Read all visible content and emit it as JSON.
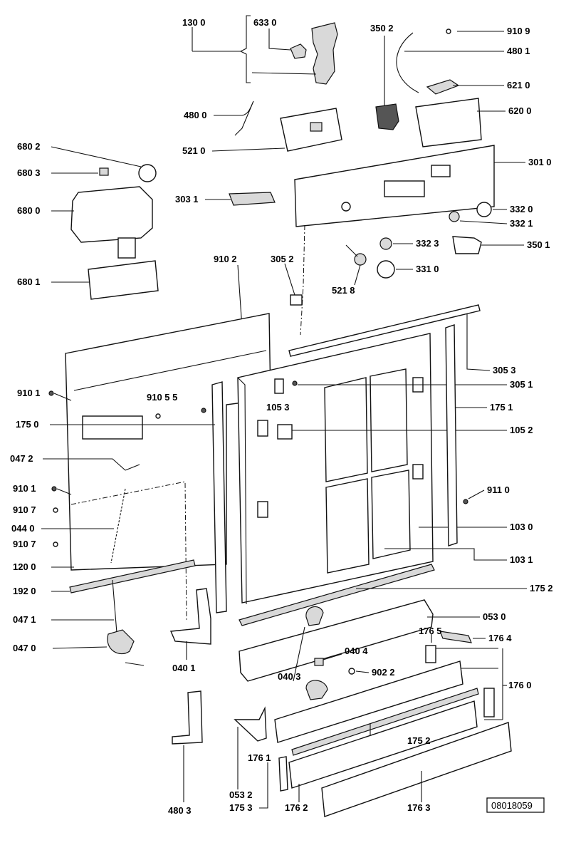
{
  "labels": {
    "p1300": "130 0",
    "p6330": "633 0",
    "p3502": "350 2",
    "p9109": "910 9",
    "p4801": "480 1",
    "p6210": "621 0",
    "p4800": "480 0",
    "p6200": "620 0",
    "p5210": "521 0",
    "p6802": "680 2",
    "p6803": "680 3",
    "p3010": "301 0",
    "p6800": "680 0",
    "p3031": "303 1",
    "p3320": "332 0",
    "p3321": "332 1",
    "p3323": "332 3",
    "p3501": "350 1",
    "p6801": "680 1",
    "p9102": "910 2",
    "p3052": "305 2",
    "p3310": "331 0",
    "p5218": "521 8",
    "p3053": "305 3",
    "p9101a": "910 1",
    "p91055": "910 5  5",
    "p1053": "105 3",
    "p3051": "305 1",
    "p1751": "175 1",
    "p1750": "175 0",
    "p1052": "105 2",
    "p0472": "047 2",
    "p9101b": "910 1",
    "p9110": "911 0",
    "p9107a": "910 7",
    "p0440": "044 0",
    "p1030": "103 0",
    "p9107b": "910 7",
    "p1200": "120 0",
    "p1031": "103 1",
    "p1920": "192 0",
    "p1752a": "175 2",
    "p0530": "053 0",
    "p0471": "047 1",
    "p1765": "176 5",
    "p1764": "176 4",
    "p0470": "047 0",
    "p0404": "040 4",
    "p0401": "040 1",
    "p0403": "040 3",
    "p9022": "902 2",
    "p1760": "176 0",
    "p1752b": "175 2",
    "p1761": "176 1",
    "p0532": "053 2",
    "p4803": "480 3",
    "p1753": "175 3",
    "p1762": "176 2",
    "p1763": "176 3"
  },
  "drawing_id": "08018059"
}
